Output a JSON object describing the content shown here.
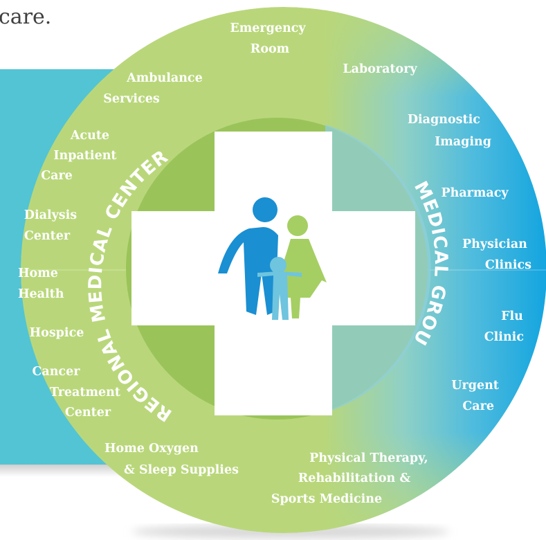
{
  "top_text": "care.",
  "arc_labels": {
    "left": "REGIONAL MEDICAL CENTER",
    "right": "MEDICAL GROUP"
  },
  "services": {
    "emergency": [
      "Emergency",
      "Room"
    ],
    "ambulance": [
      "Ambulance",
      "Services"
    ],
    "acute": [
      "Acute",
      "Inpatient",
      "Care"
    ],
    "dialysis": [
      "Dialysis",
      "Center"
    ],
    "home_health": [
      "Home",
      "Health"
    ],
    "hospice": [
      "Hospice"
    ],
    "cancer": [
      "Cancer",
      "Treatment",
      "Center"
    ],
    "oxygen": [
      "Home Oxygen",
      "& Sleep Supplies"
    ],
    "laboratory": [
      "Laboratory"
    ],
    "imaging": [
      "Diagnostic",
      "Imaging"
    ],
    "pharmacy": [
      "Pharmacy"
    ],
    "physician": [
      "Physician",
      "Clinics"
    ],
    "flu": [
      "Flu",
      "Clinic"
    ],
    "urgent": [
      "Urgent",
      "Care"
    ],
    "physical_therapy": [
      "Physical Therapy,",
      "Rehabilitation &",
      "Sports Medicine"
    ]
  },
  "colors": {
    "green": "#b9d77a",
    "green_dark": "#9ac45a",
    "blue": "#1fa8de",
    "figure_blue": "#1a8fd2",
    "figure_green": "#a5cf63",
    "figure_light": "#6fc4de",
    "panel": "#52c4d4"
  },
  "icons": [
    "family-icon",
    "medical-cross-icon"
  ]
}
